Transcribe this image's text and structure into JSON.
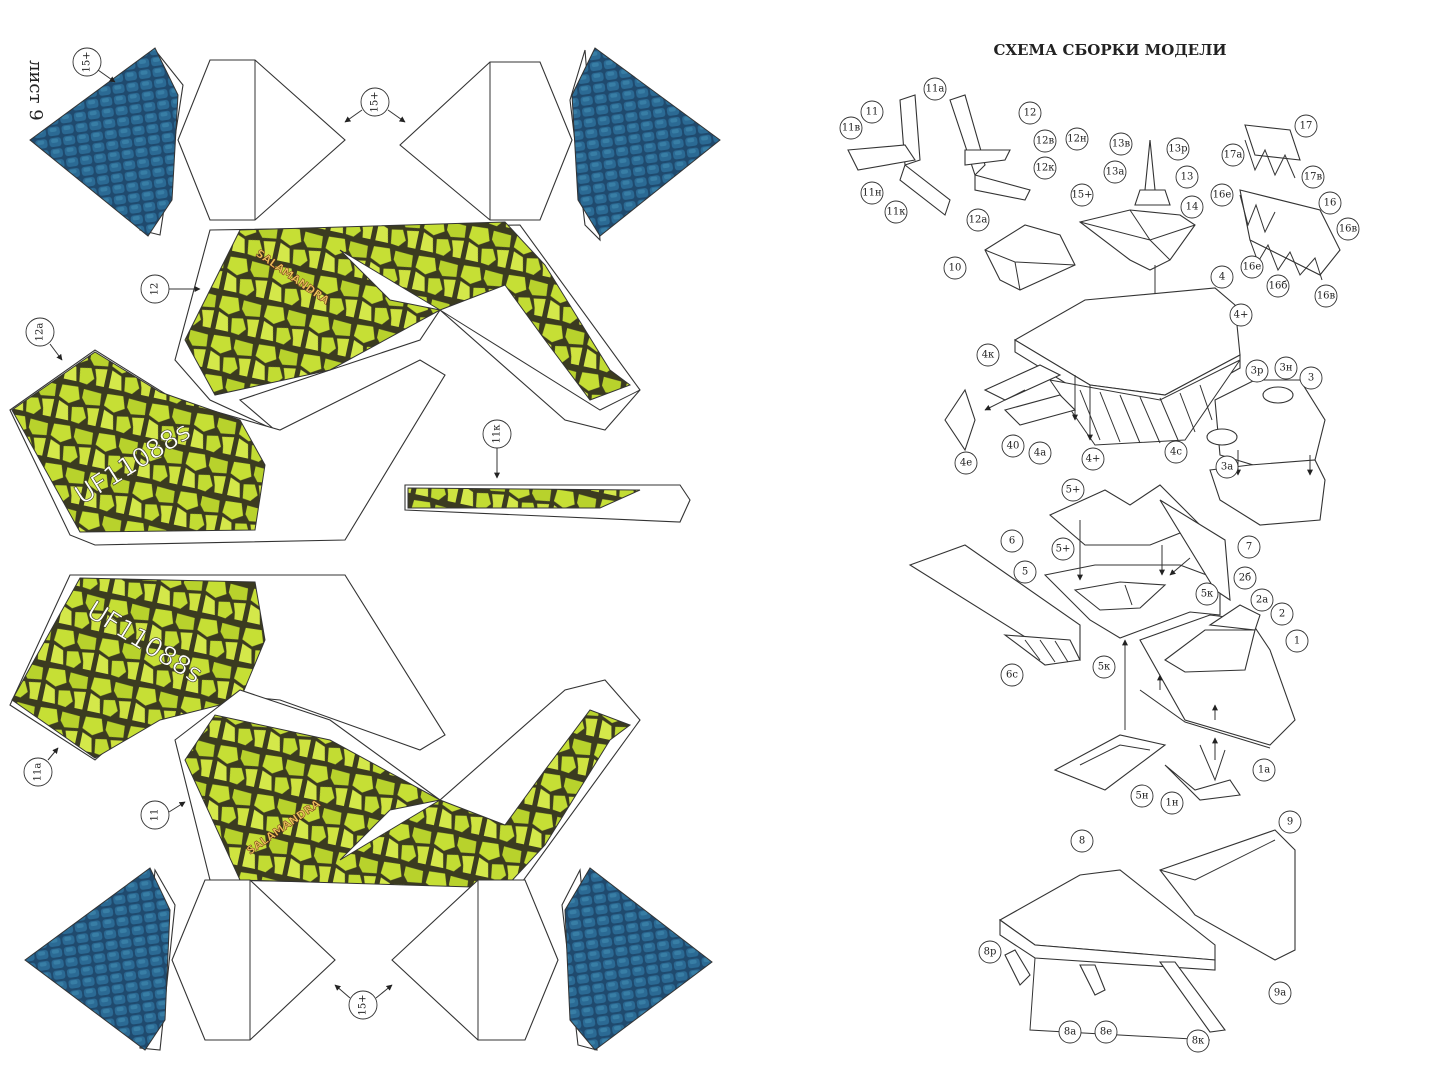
{
  "sheet_label": "лист 9",
  "diagram_title": "СХЕМА СБОРКИ МОДЕЛИ",
  "texture_text": {
    "code": "UF11088s",
    "brand": "SALAMANDRA"
  },
  "colors": {
    "blue_scale": "#1f4a6e",
    "green_scale": "#c6df35",
    "cell_line": "#3b3b20",
    "outline": "#333333"
  },
  "part_labels_sheet": [
    {
      "id": "p15a",
      "text": "15+"
    },
    {
      "id": "p15b",
      "text": "15+"
    },
    {
      "id": "p12",
      "text": "12"
    },
    {
      "id": "p12a",
      "text": "12a"
    },
    {
      "id": "p11k",
      "text": "11к"
    },
    {
      "id": "p11a",
      "text": "11a"
    },
    {
      "id": "p11",
      "text": "11"
    },
    {
      "id": "p15c",
      "text": "15+"
    }
  ],
  "part_labels_diagram": [
    {
      "id": "d11a",
      "text": "11a"
    },
    {
      "id": "d11",
      "text": "11"
    },
    {
      "id": "d11v",
      "text": "11в"
    },
    {
      "id": "d11n",
      "text": "11н"
    },
    {
      "id": "d11k",
      "text": "11к"
    },
    {
      "id": "d12",
      "text": "12"
    },
    {
      "id": "d12v",
      "text": "12в"
    },
    {
      "id": "d12n",
      "text": "12н"
    },
    {
      "id": "d12k",
      "text": "12к"
    },
    {
      "id": "d12a",
      "text": "12a"
    },
    {
      "id": "d13v",
      "text": "13в"
    },
    {
      "id": "d13r",
      "text": "13р"
    },
    {
      "id": "d13a",
      "text": "13a"
    },
    {
      "id": "d13",
      "text": "13"
    },
    {
      "id": "d15p",
      "text": "15+"
    },
    {
      "id": "d14",
      "text": "14"
    },
    {
      "id": "d17",
      "text": "17"
    },
    {
      "id": "d17a",
      "text": "17a"
    },
    {
      "id": "d17v",
      "text": "17в"
    },
    {
      "id": "d16e1",
      "text": "16е"
    },
    {
      "id": "d16",
      "text": "16"
    },
    {
      "id": "d16v1",
      "text": "16в"
    },
    {
      "id": "d16e2",
      "text": "16е"
    },
    {
      "id": "d16b",
      "text": "16б"
    },
    {
      "id": "d16v2",
      "text": "16в"
    },
    {
      "id": "d10",
      "text": "10"
    },
    {
      "id": "d4",
      "text": "4"
    },
    {
      "id": "d4p1",
      "text": "4+"
    },
    {
      "id": "d4k",
      "text": "4к"
    },
    {
      "id": "d3r",
      "text": "3р"
    },
    {
      "id": "d3n",
      "text": "3н"
    },
    {
      "id": "d3",
      "text": "3"
    },
    {
      "id": "d40",
      "text": "40"
    },
    {
      "id": "d4a",
      "text": "4a"
    },
    {
      "id": "d4p2",
      "text": "4+"
    },
    {
      "id": "d4c",
      "text": "4с"
    },
    {
      "id": "d4e",
      "text": "4е"
    },
    {
      "id": "d3a",
      "text": "3a"
    },
    {
      "id": "d5p1",
      "text": "5+"
    },
    {
      "id": "d6",
      "text": "6"
    },
    {
      "id": "d7",
      "text": "7"
    },
    {
      "id": "d5p2",
      "text": "5+"
    },
    {
      "id": "d5",
      "text": "5"
    },
    {
      "id": "d26",
      "text": "2б"
    },
    {
      "id": "d5k1",
      "text": "5к"
    },
    {
      "id": "d2a",
      "text": "2a"
    },
    {
      "id": "d2",
      "text": "2"
    },
    {
      "id": "d1",
      "text": "1"
    },
    {
      "id": "d6c",
      "text": "6с"
    },
    {
      "id": "d5k2",
      "text": "5к"
    },
    {
      "id": "d1a",
      "text": "1a"
    },
    {
      "id": "d5n",
      "text": "5н"
    },
    {
      "id": "d1n",
      "text": "1н"
    },
    {
      "id": "d8",
      "text": "8"
    },
    {
      "id": "d9",
      "text": "9"
    },
    {
      "id": "d8r",
      "text": "8р"
    },
    {
      "id": "d9a",
      "text": "9a"
    },
    {
      "id": "d8a",
      "text": "8a"
    },
    {
      "id": "d8e",
      "text": "8е"
    },
    {
      "id": "d8k",
      "text": "8к"
    }
  ]
}
